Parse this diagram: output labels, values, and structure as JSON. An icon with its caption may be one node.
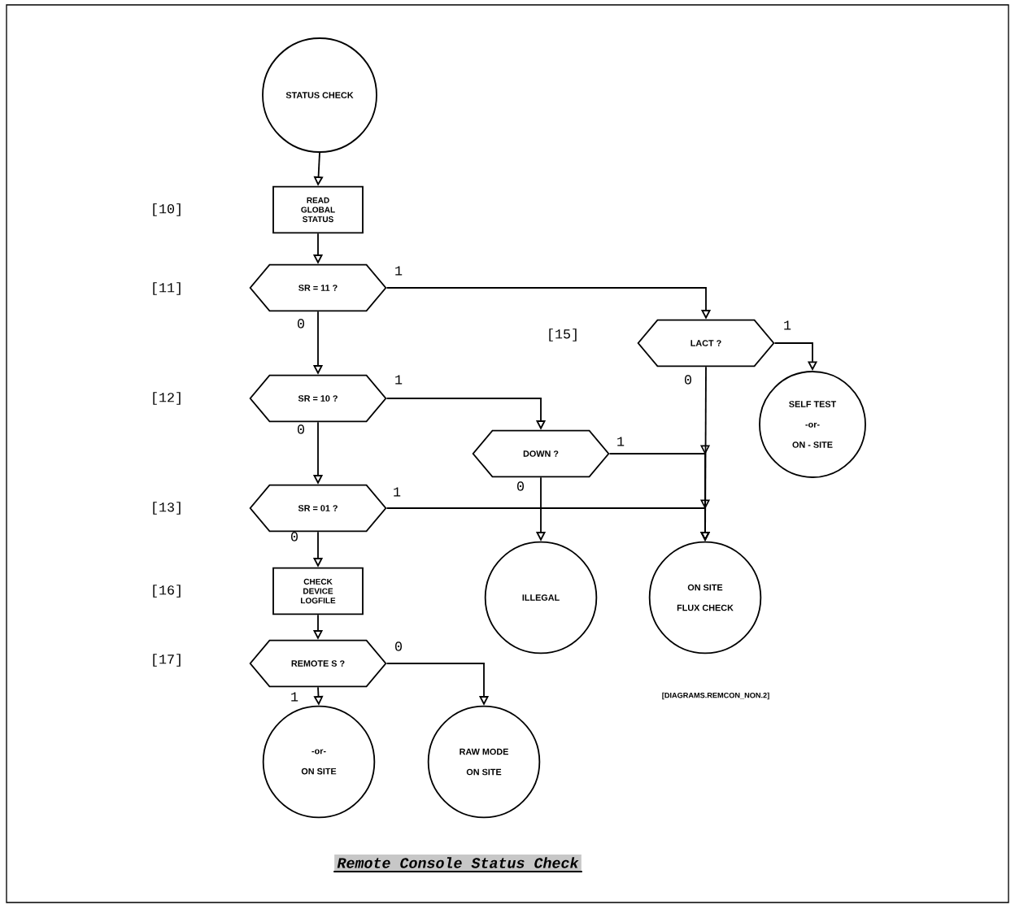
{
  "diagram": {
    "caption": "Remote Console Status Check",
    "nodes": [
      {
        "text": [
          "STATUS CHECK"
        ]
      },
      {
        "text": [
          "READ GLOBAL STATUS"
        ]
      },
      {
        "text": [
          "SR = 11 ?"
        ]
      },
      {
        "text": [
          "SR = 10 ?"
        ]
      },
      {
        "text": [
          "SR = 01 ?"
        ]
      },
      {
        "text": [
          "CHECK DEVICE LOGFILE"
        ]
      },
      {
        "text": [
          "REMOTE S ?"
        ]
      },
      {
        "text": [
          "-or-",
          "ON SITE"
        ]
      },
      {
        "text": [
          "RAW MODE",
          "ON SITE"
        ]
      },
      {
        "text": [
          "LACT ?"
        ]
      },
      {
        "text": [
          "SELF TEST",
          "-or-",
          "ON - SITE"
        ]
      },
      {
        "text": [
          "DOWN ?"
        ]
      },
      {
        "text": [
          "ILLEGAL"
        ]
      },
      {
        "text": [
          "ON SITE",
          "FLUX CHECK"
        ]
      }
    ],
    "edges": [
      {
        "from": 0,
        "to": 1,
        "arrow": "to"
      },
      {
        "from": 1,
        "to": 2,
        "arrow": "to"
      },
      {
        "from": 2,
        "to": 3,
        "arrow": "to",
        "label": "0"
      },
      {
        "from": 2,
        "to": 9,
        "arrow": "to",
        "label": "1"
      },
      {
        "from": 3,
        "to": 4,
        "arrow": "to",
        "label": "0"
      },
      {
        "from": 3,
        "to": 11,
        "arrow": "to",
        "label": "1"
      },
      {
        "from": 4,
        "to": 5,
        "arrow": "to",
        "label": "0"
      },
      {
        "from": 4,
        "to": 13,
        "arrow": "to",
        "label": "1"
      },
      {
        "from": 5,
        "to": 6,
        "arrow": "to"
      },
      {
        "from": 6,
        "to": 7,
        "arrow": "to",
        "label": "1"
      },
      {
        "from": 6,
        "to": 8,
        "arrow": "to",
        "label": "0"
      },
      {
        "from": 9,
        "to": 10,
        "arrow": "to",
        "label": "1"
      },
      {
        "from": 9,
        "to": 13,
        "arrow": "to",
        "label": "0"
      },
      {
        "from": 11,
        "to": 12,
        "arrow": "to",
        "label": "0"
      },
      {
        "from": 11,
        "to": 13,
        "arrow": "to",
        "label": "1"
      }
    ],
    "labels": [
      "[10]",
      "[11]",
      "[15]",
      "[12]",
      "[13]",
      "[16]",
      "[17]",
      "[DIAGRAMS.REMCON_NON.2]"
    ]
  }
}
